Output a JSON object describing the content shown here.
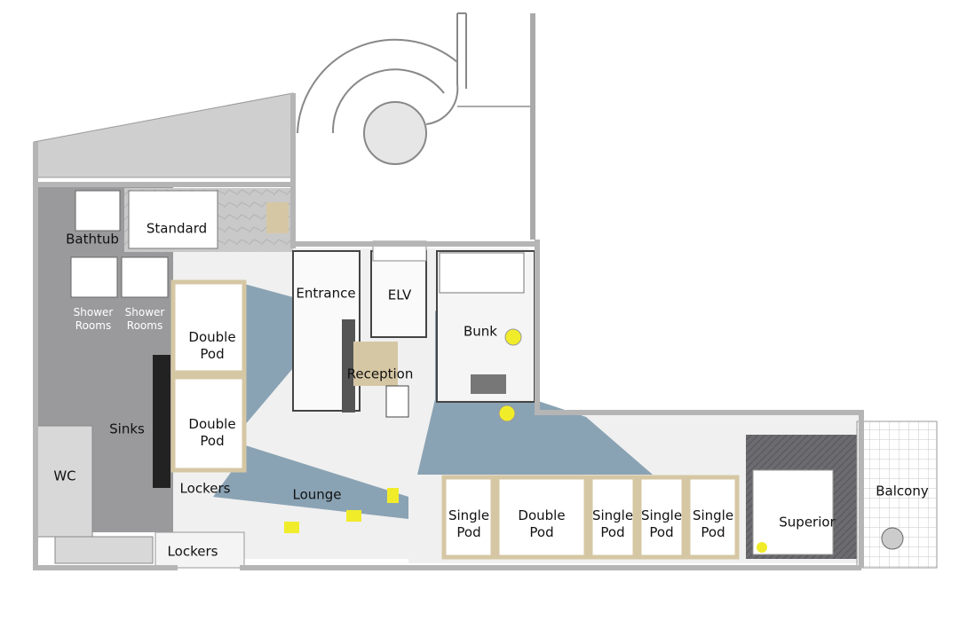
{
  "colors": {
    "wall": "#b9b9b9",
    "wet_area": "#9a9a9c",
    "lounge_floor": "#8aa3b4",
    "pod_wood": "#d6c7a4",
    "light": "#f0ec2a",
    "floor": "#efefef"
  },
  "rooms": {
    "bathtub": "Bathtub",
    "standard": "Standard",
    "shower_left": "Shower Rooms",
    "shower_right": "Shower Rooms",
    "double_pod_1": "Double Pod",
    "double_pod_2": "Double Pod",
    "entrance": "Entrance",
    "elv": "ELV",
    "bunk": "Bunk",
    "reception": "Reception",
    "sinks": "Sinks",
    "wc": "WC",
    "lockers_1": "Lockers",
    "lockers_2": "Lockers",
    "lounge": "Lounge",
    "single_pod_1": "Single Pod",
    "double_pod_3": "Double Pod",
    "single_pod_2": "Single Pod",
    "single_pod_3": "Single Pod",
    "single_pod_4": "Single Pod",
    "superior": "Superior",
    "balcony": "Balcony"
  }
}
